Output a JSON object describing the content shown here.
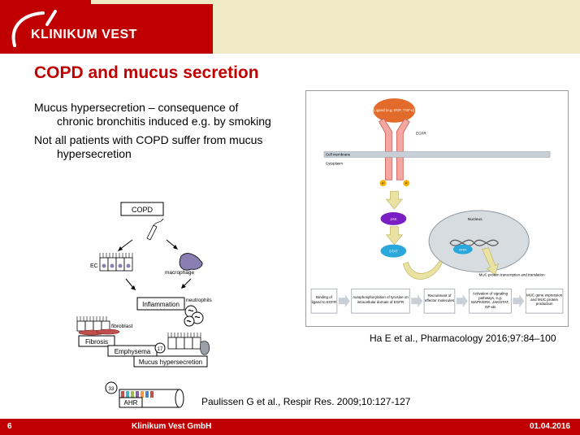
{
  "header": {
    "logo_text": "KLINIKUM VEST"
  },
  "slide": {
    "title": "COPD and mucus secretion",
    "bullets": [
      "Mucus hypersecretion – consequence of chronic bronchitis induced e.g. by smoking",
      "Not all patients with COPD suffer from mucus hypersecretion"
    ]
  },
  "left_figure": {
    "copd": "COPD",
    "ec": "EC",
    "macrophage": "macrophage",
    "inflammation": "Inflammation",
    "neutrophils": "neutrophils",
    "fibroblast": "fibroblast",
    "fibrosis": "Fibrosis",
    "emphysema": "Emphysema",
    "mucus": "Mucus hypersecretion",
    "n17": "17",
    "n33": "33",
    "ahr": "AHR"
  },
  "right_figure": {
    "ligand": "Ligand (e.g. EGF, TGF-α)",
    "egfr": "EGFR",
    "membrane": "Cell membrane",
    "cytoplasm": "Cytoplasm",
    "p": "P",
    "jak": "JAK",
    "stat": "STAT",
    "stat2": "STAT",
    "nucleus": "Nucleus",
    "muc_label": "MUC protein transcription and translation",
    "steps": [
      "Binding of ligand to EGFR",
      "Autophosphorylation of tyrosine on intracellular domain of EGFR",
      "Recruitment of effector molecules",
      "Activation of signaling pathways, e.g. MAPK/ERK, JAK/STAT, NF-κB",
      "MUC gene expression and MUC protein production"
    ]
  },
  "citations": {
    "right": "Ha E  et al., Pharmacology 2016;97:84–100",
    "left": "Paulissen G et al., Respir Res. 2009;10:127-127"
  },
  "footer": {
    "page": "6",
    "org": "Klinikum Vest GmbH",
    "date": "01.04.2016"
  },
  "colors": {
    "brand_red": "#c00000",
    "header_beige": "#efe9c6"
  }
}
